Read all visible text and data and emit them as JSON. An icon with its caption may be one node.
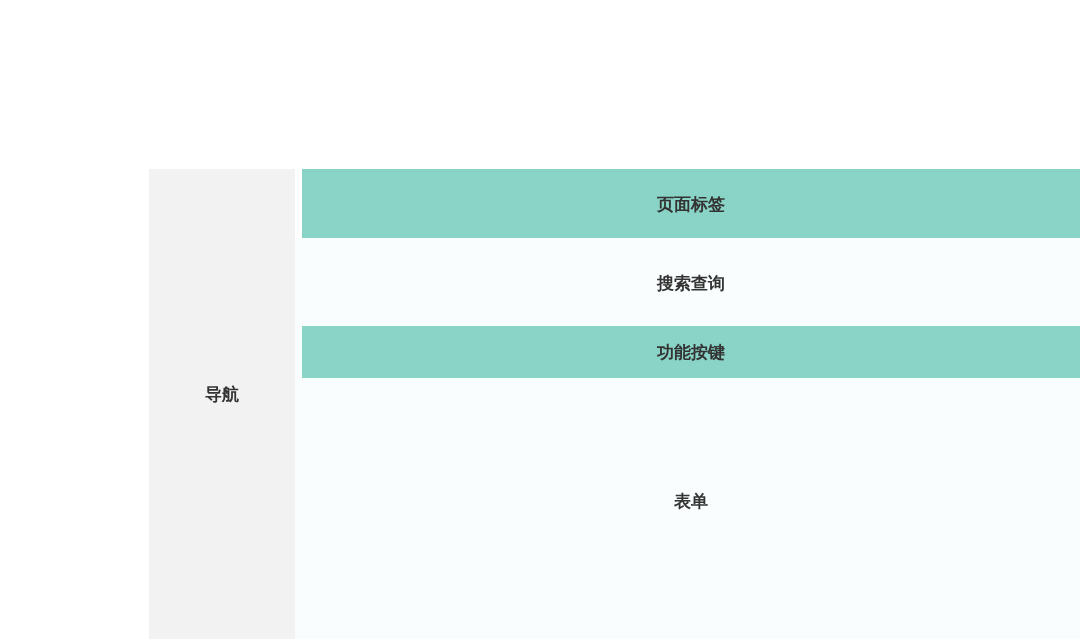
{
  "diagram": {
    "nodes": [
      {
        "text": [
          "导航"
        ]
      },
      {
        "text": [
          "页面标签"
        ]
      },
      {
        "text": [
          "搜索查询"
        ]
      },
      {
        "text": [
          "功能按键"
        ]
      },
      {
        "text": [
          "表单"
        ]
      }
    ]
  }
}
